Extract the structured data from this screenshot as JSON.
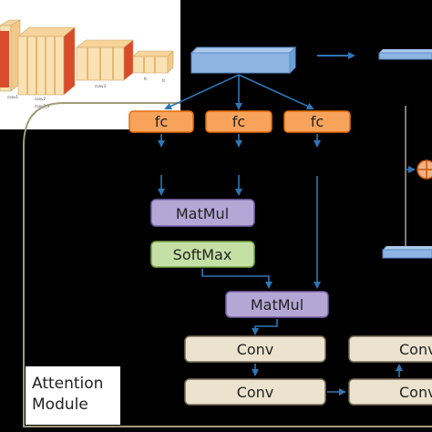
{
  "backbone_stage_labels": [
    "conv1",
    "conv2",
    "conv3",
    "fc",
    "fc"
  ],
  "backbone_caption": "conv2_x",
  "colors": {
    "background": "#000000",
    "fc_fill": "#f7a35c",
    "fc_stroke": "#e46c0a",
    "matmul_fill": "#b4a7d6",
    "matmul_stroke": "#7a64a8",
    "softmax_fill": "#c5e0a5",
    "softmax_stroke": "#76a644",
    "conv_fill": "#ece3cf",
    "conv_stroke": "#7a6f5a",
    "arrow": "#2e75b6",
    "feature_block": "#8db4e2",
    "add_fill": "#f4b183"
  },
  "fc_nodes": [
    "fc",
    "fc",
    "fc"
  ],
  "matmul_top": "MatMul",
  "softmax": "SoftMax",
  "matmul_bottom": "MatMul",
  "conv_left_top": "Conv",
  "conv_left_bottom": "Conv",
  "conv_right_top": "Conv",
  "conv_right_bottom": "Conv",
  "add_symbol": "⊕",
  "module_label": "Attention\nModule"
}
